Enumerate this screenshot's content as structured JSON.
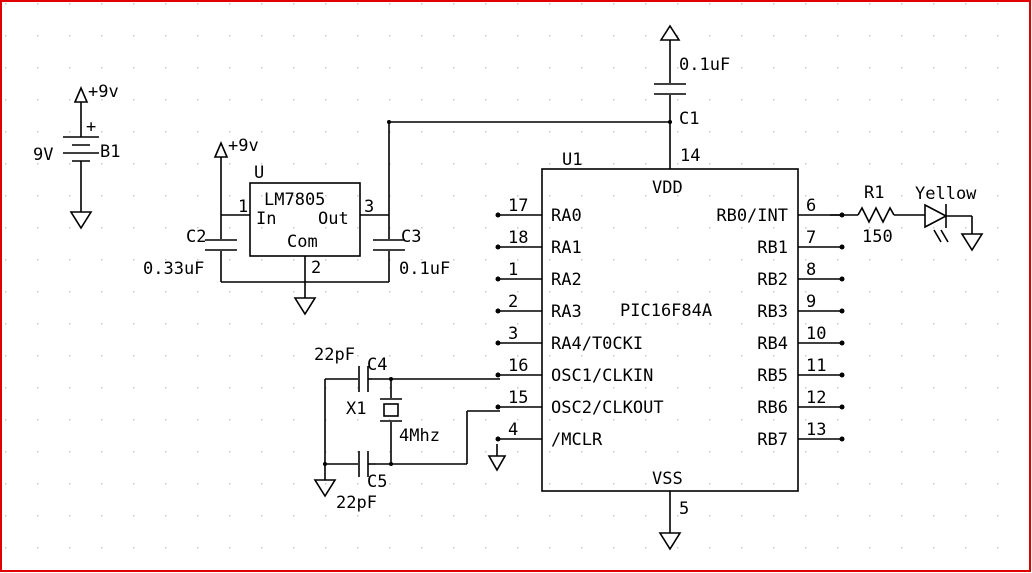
{
  "colors": {
    "border": "#e00000",
    "grid": "#c8c8c8",
    "ink": "#000000",
    "background": "#ffffff"
  },
  "battery": {
    "ref": "B1",
    "value": "9V",
    "rail": "+9v",
    "plus": "+"
  },
  "regulator": {
    "ref": "U",
    "part": "LM7805",
    "rail": "+9v",
    "in_label": "In",
    "out_label": "Out",
    "com_label": "Com",
    "pin_in": "1",
    "pin_out": "3",
    "pin_com": "2"
  },
  "c2": {
    "ref": "C2",
    "value": "0.33uF"
  },
  "c3": {
    "ref": "C3",
    "value": "0.1uF"
  },
  "c1": {
    "ref": "C1",
    "value": "0.1uF"
  },
  "c4": {
    "ref": "C4",
    "value": "22pF"
  },
  "c5": {
    "ref": "C5",
    "value": "22pF"
  },
  "x1": {
    "ref": "X1",
    "value": "4Mhz"
  },
  "r1": {
    "ref": "R1",
    "value": "150"
  },
  "led": {
    "label": "Yellow"
  },
  "mcu": {
    "ref": "U1",
    "part": "PIC16F84A",
    "vdd": "VDD",
    "vdd_pin": "14",
    "vss": "VSS",
    "vss_pin": "5",
    "left_pins": [
      {
        "num": "17",
        "name": "RA0"
      },
      {
        "num": "18",
        "name": "RA1"
      },
      {
        "num": "1",
        "name": "RA2"
      },
      {
        "num": "2",
        "name": "RA3"
      },
      {
        "num": "3",
        "name": "RA4/T0CKI"
      },
      {
        "num": "16",
        "name": "OSC1/CLKIN"
      },
      {
        "num": "15",
        "name": "OSC2/CLKOUT"
      },
      {
        "num": "4",
        "name": "/MCLR"
      }
    ],
    "right_pins": [
      {
        "num": "6",
        "name": "RB0/INT"
      },
      {
        "num": "7",
        "name": "RB1"
      },
      {
        "num": "8",
        "name": "RB2"
      },
      {
        "num": "9",
        "name": "RB3"
      },
      {
        "num": "10",
        "name": "RB4"
      },
      {
        "num": "11",
        "name": "RB5"
      },
      {
        "num": "12",
        "name": "RB6"
      },
      {
        "num": "13",
        "name": "RB7"
      }
    ]
  }
}
